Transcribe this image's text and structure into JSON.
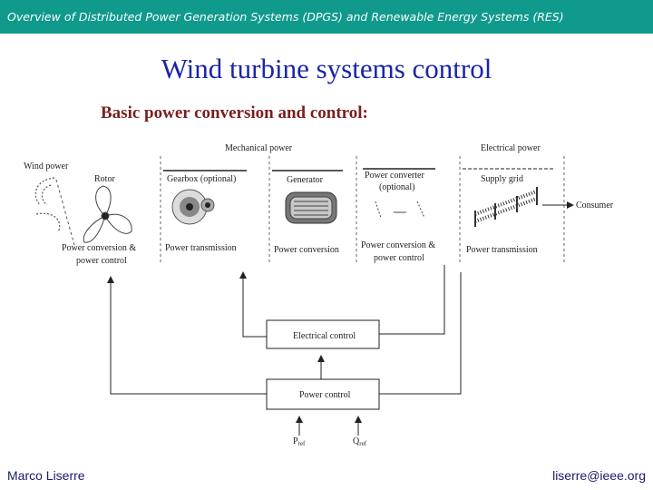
{
  "header": {
    "title": "Overview of Distributed Power Generation Systems (DPGS) and Renewable Energy Systems (RES)"
  },
  "slide": {
    "title": "Wind turbine systems control",
    "subtitle": "Basic power conversion and control:"
  },
  "diagram": {
    "mechanical_power": "Mechanical power",
    "electrical_power": "Electrical power",
    "wind_power": "Wind power",
    "rotor": "Rotor",
    "gearbox": "Gearbox (optional)",
    "generator": "Generator",
    "converter_line1": "Power converter",
    "converter_line2": "(optional)",
    "supply_grid": "Supply grid",
    "consumer": "Consumer",
    "pc_control_line1": "Power conversion &",
    "pc_control_line2": "power control",
    "power_transmission_1": "Power transmission",
    "power_conversion": "Power conversion",
    "pc_control2_line1": "Power conversion &",
    "pc_control2_line2": "power control",
    "power_transmission_2": "Power transmission",
    "electrical_control": "Electrical control",
    "power_control": "Power control",
    "p_ref": "P",
    "p_ref_sub": "ref",
    "q_ref": "Q",
    "q_ref_sub": "ref"
  },
  "footer": {
    "author": "Marco Liserre",
    "email": "liserre@ieee.org"
  }
}
